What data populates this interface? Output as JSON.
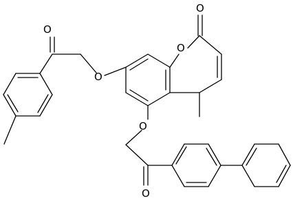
{
  "molecule": {
    "atoms": {
      "o_carbonyl_ring": "O",
      "o_ring": "O",
      "o_ether_7": "O",
      "o_ketone_left": "O",
      "o_ether_5": "O",
      "o_ketone_right": "O"
    }
  }
}
